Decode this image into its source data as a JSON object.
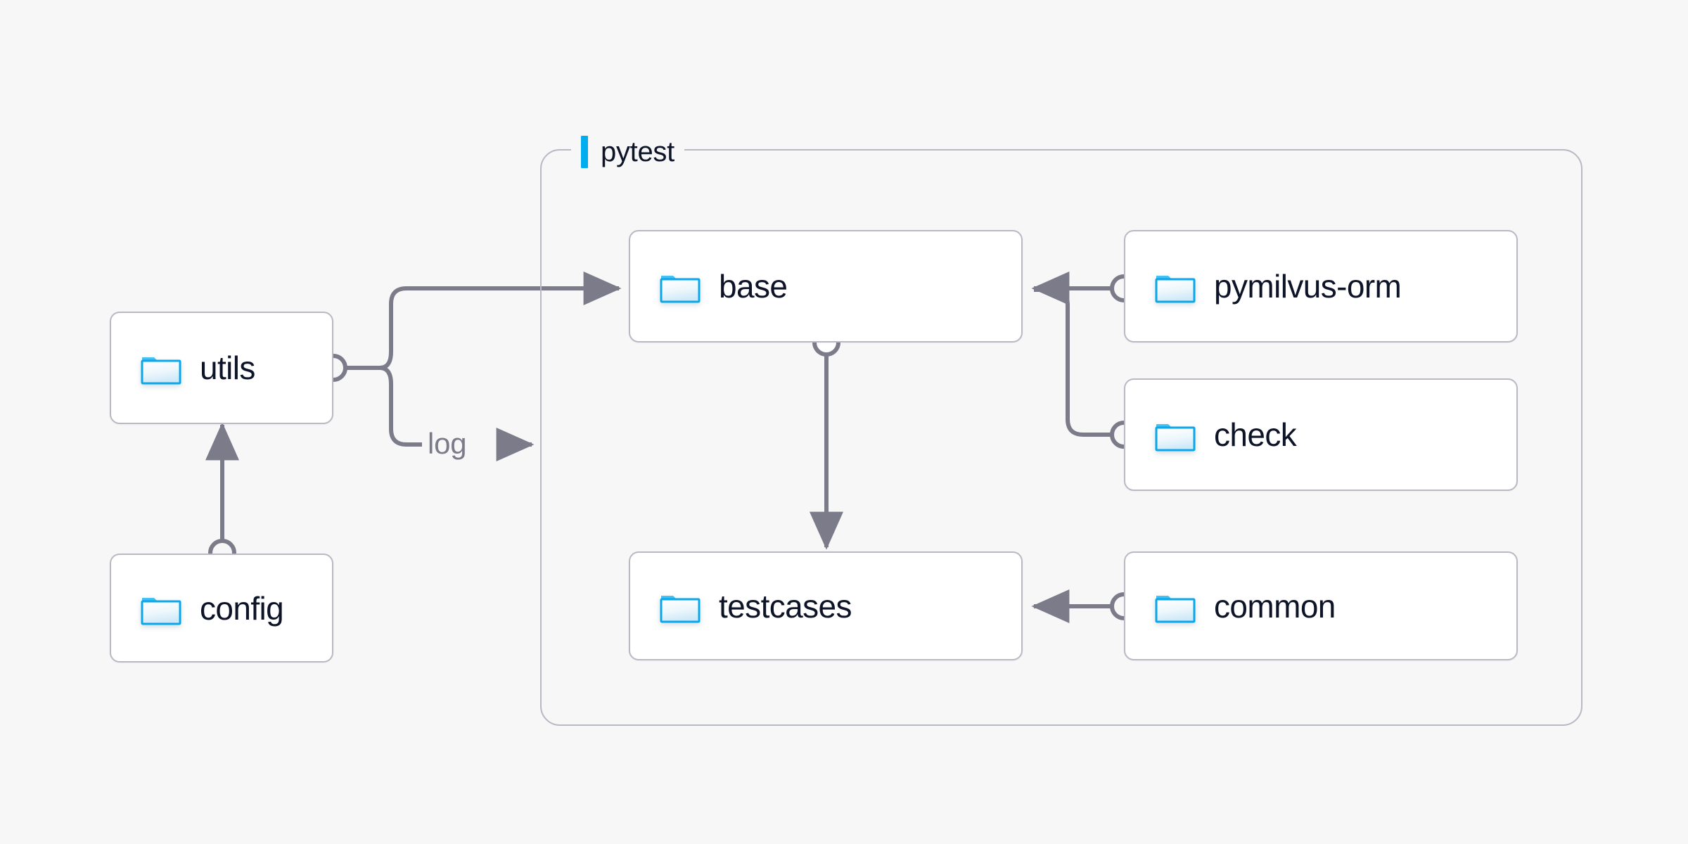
{
  "diagram": {
    "background_color": "#f7f7f7",
    "accent_color": "#00aeef",
    "edge_color": "#7b7b8a",
    "box_border_color": "#b9b8c4",
    "text_color": "#0e1428",
    "group": {
      "label": "pytest",
      "accent_bar_color": "#00aeef"
    },
    "nodes": [
      {
        "id": "utils",
        "label": "utils",
        "icon": "folder-icon"
      },
      {
        "id": "config",
        "label": "config",
        "icon": "folder-icon"
      },
      {
        "id": "base",
        "label": "base",
        "icon": "folder-icon"
      },
      {
        "id": "testcases",
        "label": "testcases",
        "icon": "folder-icon"
      },
      {
        "id": "pymilvus-orm",
        "label": "pymilvus-orm",
        "icon": "folder-icon"
      },
      {
        "id": "check",
        "label": "check",
        "icon": "folder-icon"
      },
      {
        "id": "common",
        "label": "common",
        "icon": "folder-icon"
      }
    ],
    "edges": [
      {
        "id": "config-utils",
        "from": "config",
        "to": "utils",
        "label": ""
      },
      {
        "id": "utils-base",
        "from": "utils",
        "to": "base",
        "label": ""
      },
      {
        "id": "utils-log",
        "from": "utils",
        "to": "pytest",
        "label": "log"
      },
      {
        "id": "base-testcases",
        "from": "base",
        "to": "testcases",
        "label": ""
      },
      {
        "id": "pymilvusorm-base",
        "from": "pymilvus-orm",
        "to": "base",
        "label": ""
      },
      {
        "id": "check-base",
        "from": "check",
        "to": "base",
        "label": ""
      },
      {
        "id": "common-testcases",
        "from": "common",
        "to": "testcases",
        "label": ""
      }
    ],
    "edge_labels": {
      "log": "log",
      "log_arrow": "→"
    }
  }
}
